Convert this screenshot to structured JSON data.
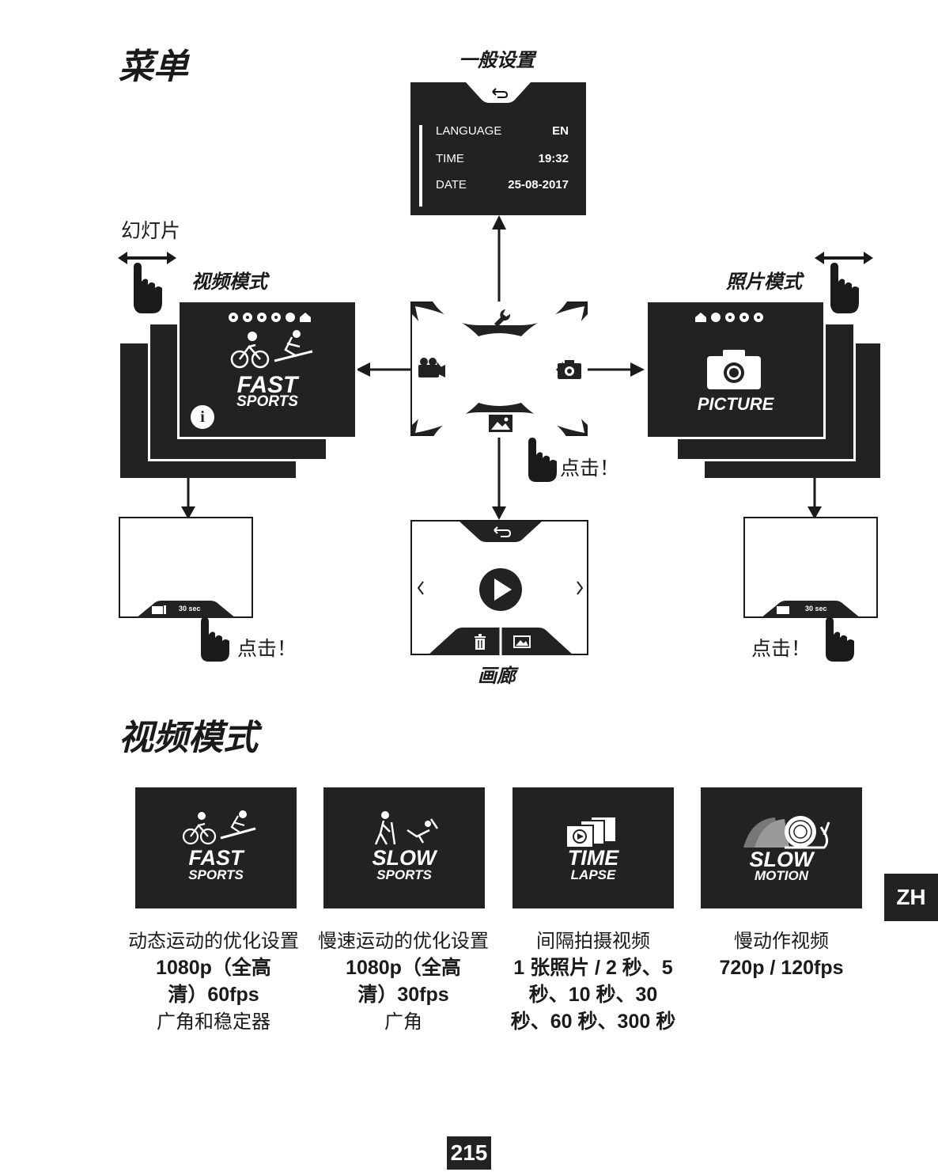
{
  "headings": {
    "menu": "菜单",
    "general_settings": "一般设置",
    "slideshow": "幻灯片",
    "video_mode": "视频模式",
    "photo_mode": "照片模式",
    "gallery": "画廊",
    "video_mode_section": "视频模式"
  },
  "tap_label": "点击！",
  "settings": {
    "rows": [
      {
        "label": "LANGUAGE",
        "value": "EN"
      },
      {
        "label": "TIME",
        "value": "19:32"
      },
      {
        "label": "DATE",
        "value": "25-08-2017"
      }
    ]
  },
  "video_screen": {
    "line1": "FAST",
    "line2": "SPORTS"
  },
  "photo_screen": {
    "label": "PICTURE"
  },
  "recording": {
    "video_timer": "30 sec",
    "photo_timer": "30 sec"
  },
  "modes": [
    {
      "line1": "FAST",
      "line2": "SPORTS",
      "icon": "cycling-skiing-icon"
    },
    {
      "line1": "SLOW",
      "line2": "SPORTS",
      "icon": "hiking-icon"
    },
    {
      "line1": "TIME",
      "line2": "LAPSE",
      "icon": "timelapse-icon"
    },
    {
      "line1": "SLOW",
      "line2": "MOTION",
      "icon": "snail-icon"
    }
  ],
  "mode_captions": [
    {
      "l1": "动态运动的优化设置",
      "l2": "1080p（全高",
      "l3": "清）60fps",
      "l4": "广角和稳定器"
    },
    {
      "l1": "慢速运动的优化设置",
      "l2": "1080p（全高",
      "l3": "清）30fps",
      "l4": "广角"
    },
    {
      "l1": "间隔拍摄视频",
      "l2": "1 张照片 / 2 秒、5",
      "l3": "秒、10 秒、30",
      "l4": "秒、60 秒、300 秒"
    },
    {
      "l1": "慢动作视频",
      "l2": "720p / 120fps"
    }
  ],
  "language_tab": "ZH",
  "page_number": "215",
  "colors": {
    "dark": "#222222",
    "white": "#ffffff"
  }
}
